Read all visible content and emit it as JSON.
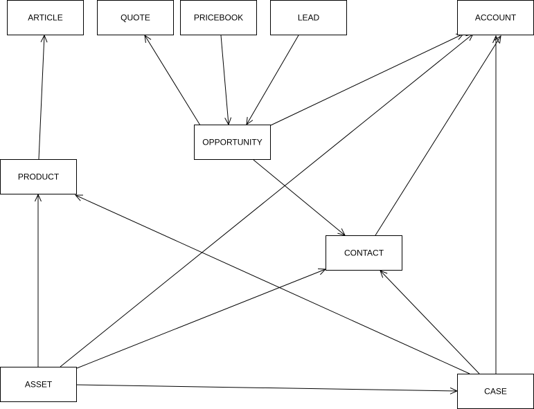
{
  "nodes": [
    {
      "id": "article",
      "label": "ARTICLE"
    },
    {
      "id": "quote",
      "label": "QUOTE"
    },
    {
      "id": "pricebook",
      "label": "PRICEBOOK"
    },
    {
      "id": "lead",
      "label": "LEAD"
    },
    {
      "id": "account",
      "label": "ACCOUNT"
    },
    {
      "id": "opportunity",
      "label": "OPPORTUNITY"
    },
    {
      "id": "product",
      "label": "PRODUCT"
    },
    {
      "id": "contact",
      "label": "CONTACT"
    },
    {
      "id": "asset",
      "label": "ASSET"
    },
    {
      "id": "case",
      "label": "CASE"
    }
  ],
  "edges": [
    {
      "from": "product",
      "to": "article"
    },
    {
      "from": "opportunity",
      "to": "quote"
    },
    {
      "from": "pricebook",
      "to": "opportunity"
    },
    {
      "from": "lead",
      "to": "opportunity"
    },
    {
      "from": "opportunity",
      "to": "account"
    },
    {
      "from": "opportunity",
      "to": "contact"
    },
    {
      "from": "contact",
      "to": "account"
    },
    {
      "from": "asset",
      "to": "product"
    },
    {
      "from": "asset",
      "to": "account"
    },
    {
      "from": "asset",
      "to": "contact"
    },
    {
      "from": "asset",
      "to": "case"
    },
    {
      "from": "case",
      "to": "product"
    },
    {
      "from": "case",
      "to": "contact"
    },
    {
      "from": "case",
      "to": "account"
    }
  ],
  "colors": {
    "stroke": "#000000",
    "fill": "#ffffff",
    "text": "#000000"
  }
}
